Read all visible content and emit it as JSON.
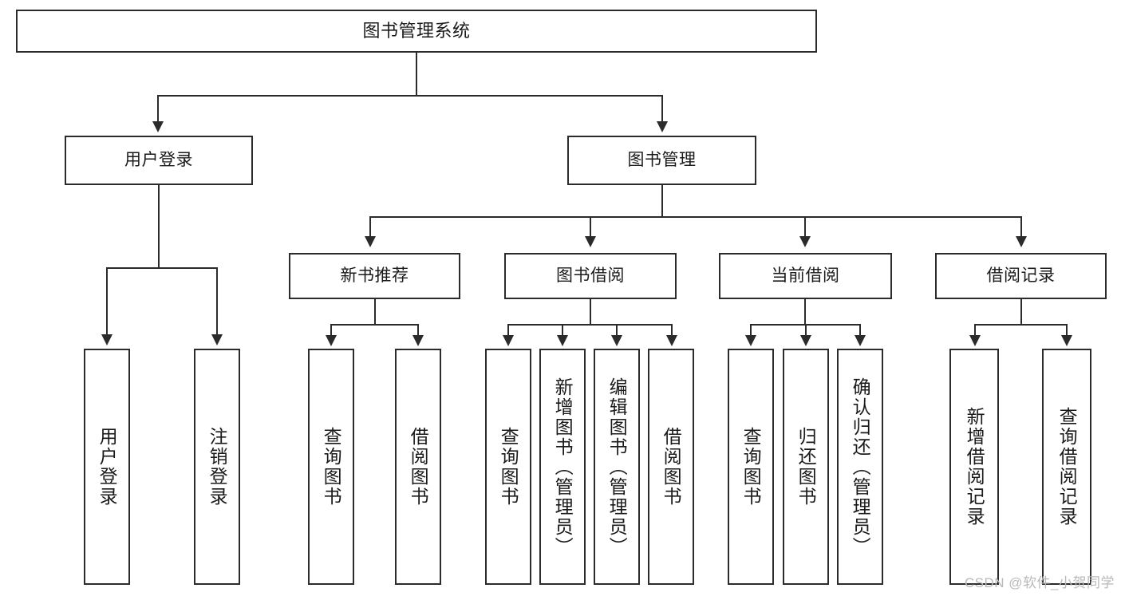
{
  "diagram": {
    "title": "图书管理系统",
    "watermark": "CSDN @软件_小贺同学",
    "stroke_color": "#2b2b2b",
    "background_color": "#ffffff",
    "levels": {
      "root": {
        "label": "图书管理系统"
      },
      "level2": [
        {
          "label": "用户登录"
        },
        {
          "label": "图书管理"
        }
      ],
      "level3": [
        {
          "label": "新书推荐"
        },
        {
          "label": "图书借阅"
        },
        {
          "label": "当前借阅"
        },
        {
          "label": "借阅记录"
        }
      ],
      "leaves": {
        "user_login": [
          {
            "label": "用户登录"
          },
          {
            "label": "注销登录"
          }
        ],
        "new_book_recommend": [
          {
            "label": "查询图书"
          },
          {
            "label": "借阅图书"
          }
        ],
        "book_borrow": [
          {
            "label": "查询图书"
          },
          {
            "label": "新增图书（管理员）"
          },
          {
            "label": "编辑图书（管理员）"
          },
          {
            "label": "借阅图书"
          }
        ],
        "current_borrow": [
          {
            "label": "查询图书"
          },
          {
            "label": "归还图书"
          },
          {
            "label": "确认归还（管理员）"
          }
        ],
        "borrow_records": [
          {
            "label": "新增借阅记录"
          },
          {
            "label": "查询借阅记录"
          }
        ]
      }
    }
  }
}
